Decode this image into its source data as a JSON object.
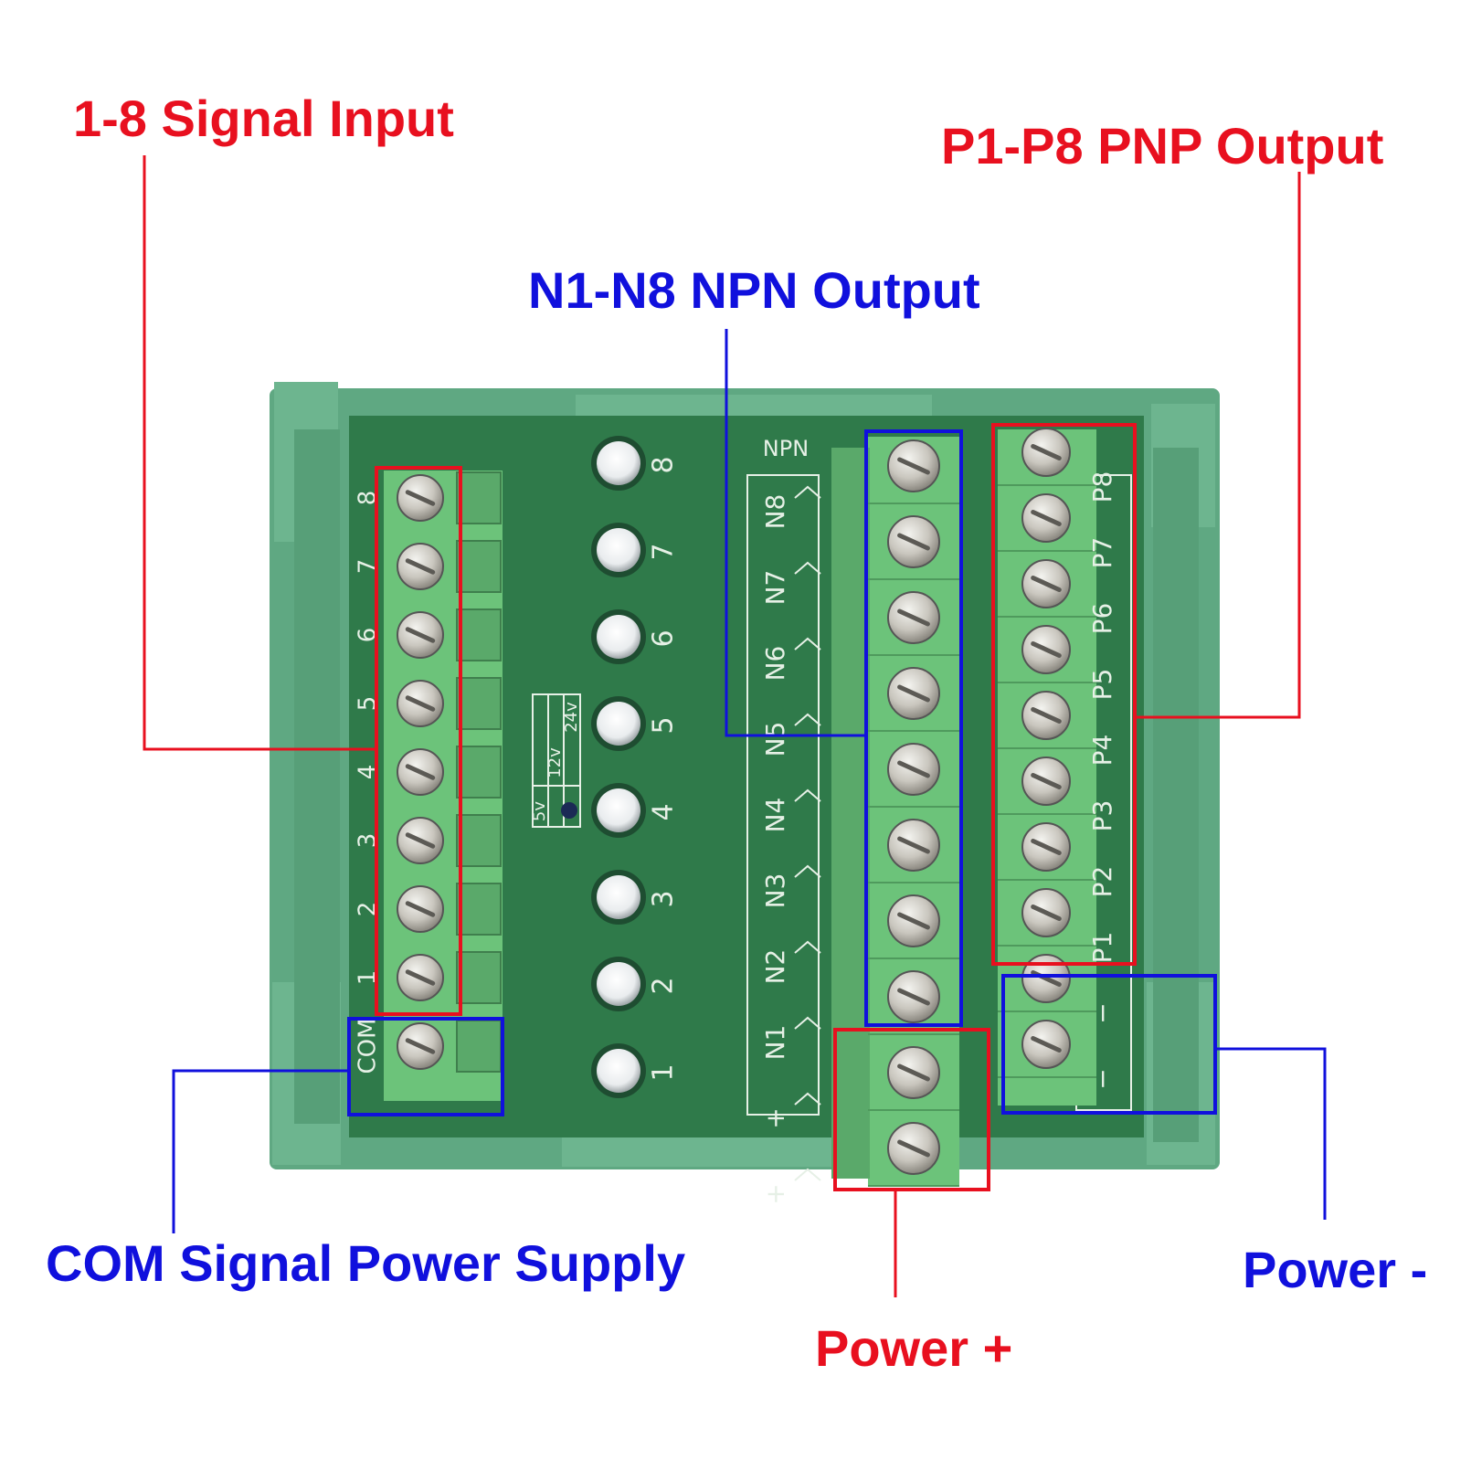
{
  "callouts": {
    "signal_input": "1-8 Signal Input",
    "pnp_output": "P1-P8 PNP Output",
    "npn_output": "N1-N8 NPN Output",
    "com_supply": "COM Signal Power Supply",
    "power_plus": "Power +",
    "power_minus": "Power -"
  },
  "colors": {
    "red": "#e8101f",
    "blue": "#1010dd",
    "pcb": "#2f7a4a",
    "housing": "#5fa882",
    "terminal": "#6cc37a"
  },
  "board": {
    "npn_header": "NPN",
    "voltage_labels": [
      "5v",
      "12v",
      "24v"
    ],
    "input_labels": [
      "8",
      "7",
      "6",
      "5",
      "4",
      "3",
      "2",
      "1",
      "COM"
    ],
    "led_labels": [
      "8",
      "7",
      "6",
      "5",
      "4",
      "3",
      "2",
      "1"
    ],
    "npn_labels": [
      "N8",
      "N7",
      "N6",
      "N5",
      "N4",
      "N3",
      "N2",
      "N1",
      "+",
      "+"
    ],
    "pnp_labels": [
      "P8",
      "P7",
      "P6",
      "P5",
      "P4",
      "P3",
      "P2",
      "P1",
      "−",
      "−"
    ]
  }
}
